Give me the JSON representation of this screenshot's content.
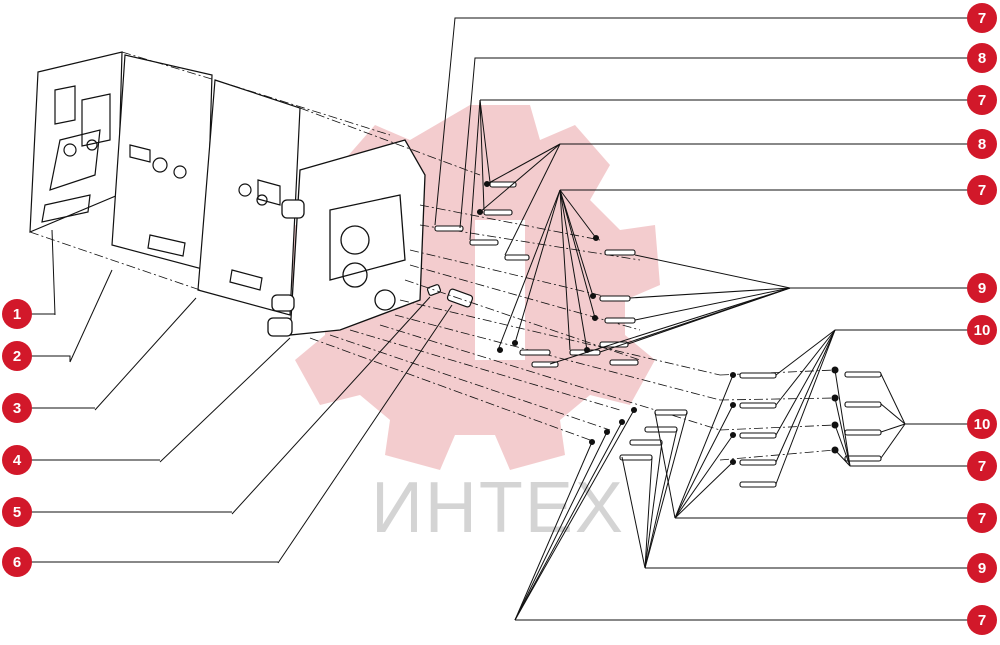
{
  "colors": {
    "callout_fill": "#d2182a",
    "callout_text": "#ffffff",
    "line": "#111111",
    "watermark": "#e9a2a5",
    "watermark_text": "#d4d4d4"
  },
  "watermark": {
    "text": "ИНТЕХ"
  },
  "callouts_left": [
    "1",
    "2",
    "3",
    "4",
    "5",
    "6"
  ],
  "callouts_right": [
    "7",
    "8",
    "7",
    "8",
    "7",
    "9",
    "10",
    "10",
    "7",
    "7",
    "9",
    "7"
  ]
}
